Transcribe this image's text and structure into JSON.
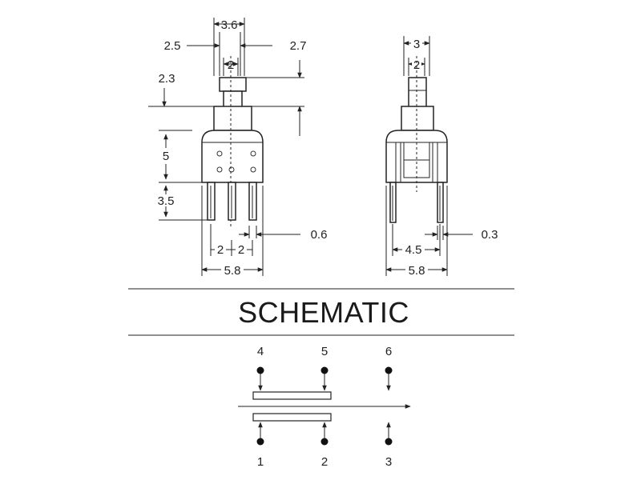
{
  "front_view": {
    "dim_top": "3.6",
    "dim_left": "2.5",
    "dim_right": "2.7",
    "dim_inner": "2",
    "dim_height_top": "2.3",
    "dim_body_height": "5",
    "dim_pin_length": "3.5",
    "dim_pin_width": "0.6",
    "dim_pitch_a": "2",
    "dim_pitch_b": "2",
    "dim_width": "5.8"
  },
  "side_view": {
    "dim_top": "3",
    "dim_inner": "2",
    "dim_pin_width": "0.3",
    "dim_pin_spacing": "4.5",
    "dim_width": "5.8"
  },
  "section_title": "SCHEMATIC",
  "schematic": {
    "top_pins": [
      "4",
      "5",
      "6"
    ],
    "bottom_pins": [
      "1",
      "2",
      "3"
    ]
  }
}
